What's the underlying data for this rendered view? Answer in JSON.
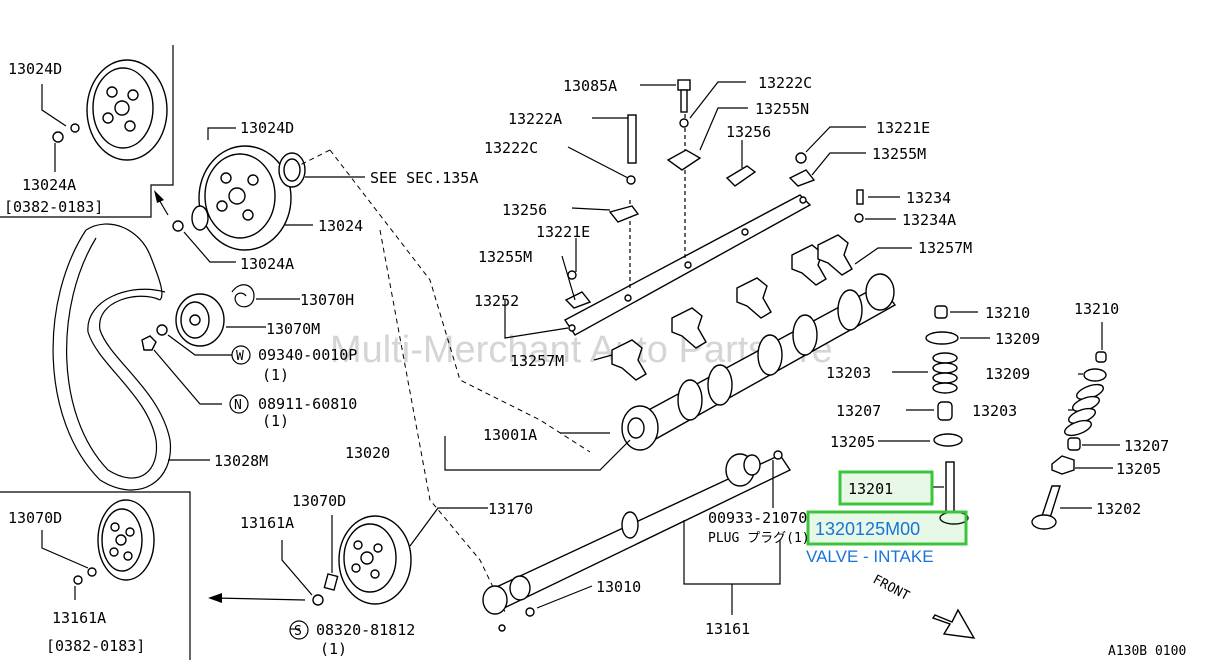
{
  "diagram": {
    "code": "A130B 0100",
    "watermark": "Multi-Merchant Auto Partstore",
    "highlight": {
      "label": "13201",
      "part_number": "1320125M00",
      "description": "VALVE - INTAKE"
    },
    "labels": [
      "13024D",
      "13024A",
      "[0382-0183]",
      "13024D",
      "13024",
      "13024A",
      "SEE SEC.135A",
      "13070H",
      "13070M",
      "09340-0010P",
      "(1)",
      "08911-60810",
      "(1)",
      "13028M",
      "13070D",
      "13161A",
      "[0382-0183]",
      "13070D",
      "13161A",
      "13170",
      "08320-81812",
      "(1)",
      "13010",
      "00933-21070",
      "PLUG プラグ(1)",
      "13161",
      "13020",
      "13001A",
      "13085A",
      "13222C",
      "13222A",
      "13255N",
      "13222C",
      "13256",
      "13221E",
      "13255M",
      "13256",
      "13221E",
      "13234",
      "13234A",
      "13257M",
      "13255M",
      "13252",
      "13257M",
      "13210",
      "13209",
      "13203",
      "13207",
      "13205",
      "13210",
      "13209",
      "13203",
      "13207",
      "13205",
      "13202",
      "FRONT"
    ],
    "prefix_marks": [
      "W",
      "N",
      "S"
    ]
  }
}
